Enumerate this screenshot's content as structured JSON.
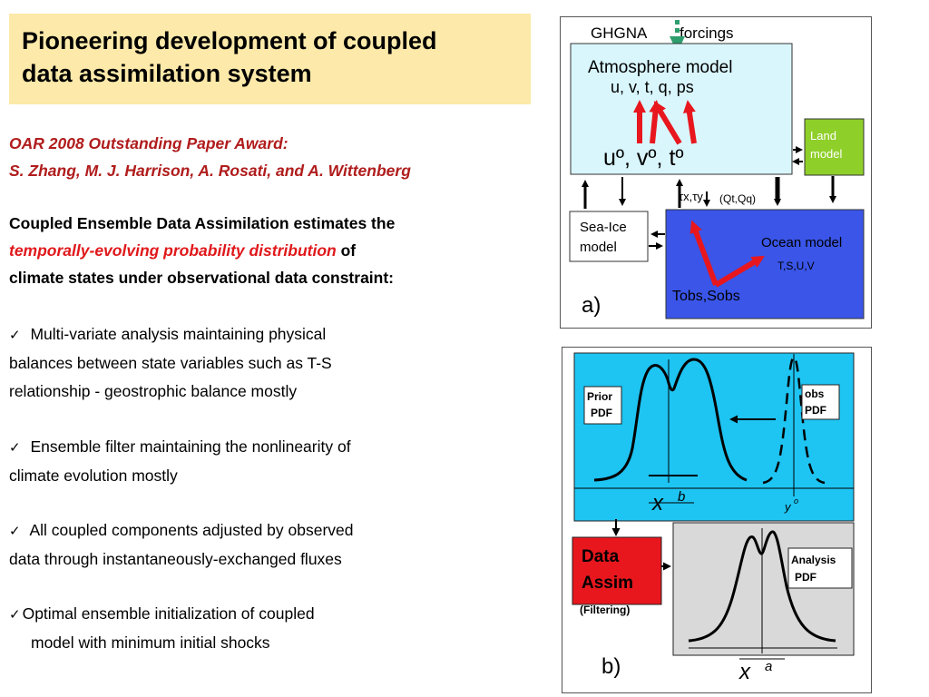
{
  "title": {
    "line1": "Pioneering development of coupled",
    "line2": "data assimilation system"
  },
  "award": {
    "line1": "OAR 2008 Outstanding Paper Award:",
    "line2": "S. Zhang, M. J. Harrison, A. Rosati, and A. Wittenberg"
  },
  "intro": {
    "part1": "Coupled Ensemble Data Assimilation estimates the",
    "emphasis": "temporally-evolving probability distribution",
    "part2": " of",
    "part3": "climate states under observational data constraint:"
  },
  "bullets": [
    {
      "line1": "Multi-variate analysis maintaining physical",
      "line2": "balances between state variables such as T-S",
      "line3": "relationship - geostrophic balance mostly"
    },
    {
      "line1": "Ensemble filter maintaining the nonlinearity of",
      "line2": "climate evolution mostly"
    },
    {
      "line1": "All coupled components adjusted by observed",
      "line2": "data through instantaneously-exchanged fluxes"
    },
    {
      "line1": "Optimal ensemble initialization of coupled",
      "line2": "model with minimum initial shocks"
    }
  ],
  "check_glyph": "✓",
  "panel_a": {
    "ghgna": "GHGNA",
    "forcings": "forcings",
    "atmosphere_title": "Atmosphere model",
    "atmosphere_vars": "u, v, t, q, ps",
    "obs_vars": "uº, vº, tº",
    "land_line1": "Land",
    "land_line2": "model",
    "flux_tau": "τx,τy",
    "flux_q": "(Qt,Qq)",
    "seaice_line1": "Sea-Ice",
    "seaice_line2": "model",
    "ocean_title": "Ocean model",
    "ocean_vars": "T,S,U,V",
    "ocean_obs": "Tobs,Sobs",
    "label": "a)",
    "colors": {
      "atmosphere": "#d9f6fd",
      "land": "#8fcf2a",
      "ocean": "#3a55e8",
      "arrow_red": "#e8171e",
      "arrow_green": "#2e9e6e"
    }
  },
  "panel_b": {
    "prior_line1": "Prior",
    "prior_line2": "PDF",
    "obs_line1": "obs",
    "obs_line2": "PDF",
    "xb": "x",
    "xb_sup": "b",
    "yo": "y",
    "yo_sup": "o",
    "da_line1": "Data",
    "da_line2": "Assim",
    "da_line3": "(Filtering)",
    "analysis_line1": "Analysis",
    "analysis_line2": "PDF",
    "xa": "x",
    "xa_sup": "a",
    "label": "b)",
    "colors": {
      "prior_bg": "#1ec4f2",
      "analysis_bg": "#d9d9d9",
      "da_bg": "#e8171e"
    }
  }
}
